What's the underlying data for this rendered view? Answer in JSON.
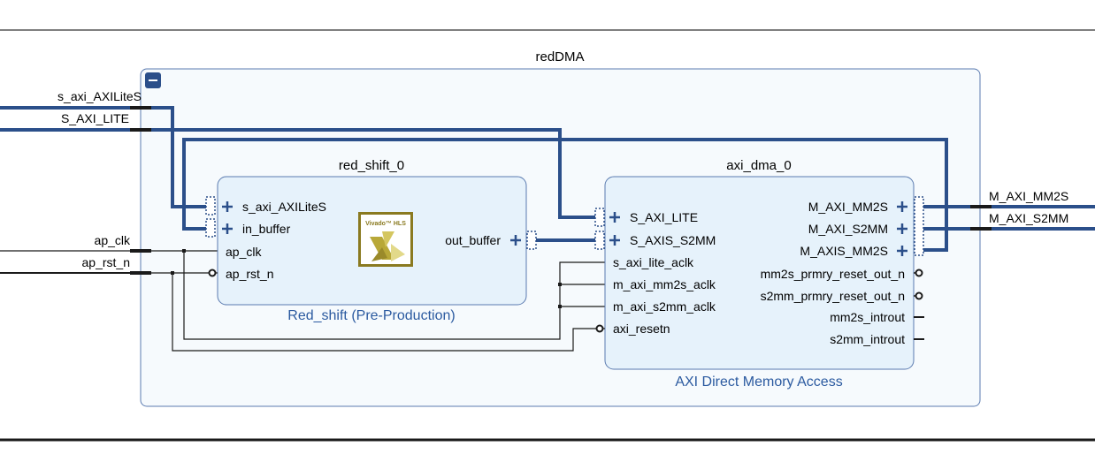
{
  "hierarchy": {
    "title": "redDMA",
    "collapse_icon": "minus-icon"
  },
  "external_ports": {
    "left": [
      "s_axi_AXILiteS",
      "S_AXI_LITE",
      "ap_clk",
      "ap_rst_n"
    ],
    "right": [
      "M_AXI_MM2S",
      "M_AXI_S2MM"
    ]
  },
  "red_shift": {
    "name": "red_shift_0",
    "subtitle": "Red_shift (Pre-Production)",
    "logo_text": "Vivado™ HLS",
    "inputs": [
      "s_axi_AXILiteS",
      "in_buffer",
      "ap_clk",
      "ap_rst_n"
    ],
    "outputs": [
      "out_buffer"
    ]
  },
  "axi_dma": {
    "name": "axi_dma_0",
    "subtitle": "AXI Direct Memory Access",
    "inputs": [
      "S_AXI_LITE",
      "S_AXIS_S2MM",
      "s_axi_lite_aclk",
      "m_axi_mm2s_aclk",
      "m_axi_s2mm_aclk",
      "axi_resetn"
    ],
    "outputs": [
      "M_AXI_MM2S",
      "M_AXI_S2MM",
      "M_AXIS_MM2S",
      "mm2s_prmry_reset_out_n",
      "s2mm_prmry_reset_out_n",
      "mm2s_introut",
      "s2mm_introut"
    ]
  },
  "colors": {
    "bus": "#2b4f8a",
    "block_fill": "#e6f2fb",
    "block_stroke": "#5b7bb0",
    "hier_fill": "#f6fafd",
    "subtitle": "#2b5aa0"
  }
}
